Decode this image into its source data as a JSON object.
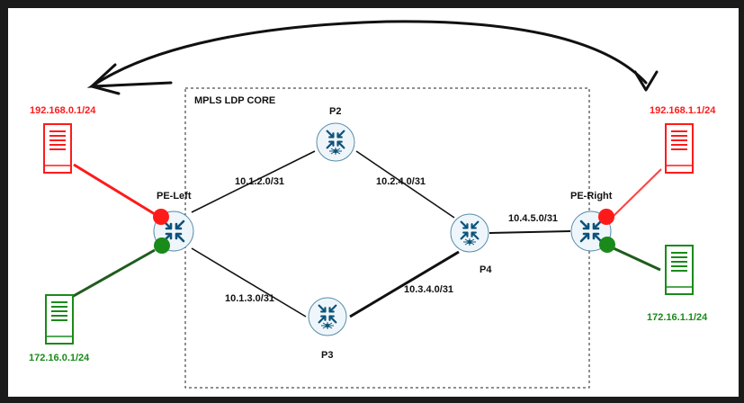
{
  "core": {
    "title": "MPLS LDP CORE"
  },
  "routers": {
    "pe_left": "PE-Left",
    "pe_right": "PE-Right",
    "p2": "P2",
    "p3": "P3",
    "p4": "P4"
  },
  "links": {
    "pel_p2": "10.1.2.0/31",
    "pel_p3": "10.1.3.0/31",
    "p2_p4": "10.2.4.0/31",
    "p3_p4": "10.3.4.0/31",
    "p4_per": "10.4.5.0/31"
  },
  "hosts": {
    "left_red": "192.168.0.1/24",
    "left_green": "172.16.0.1/24",
    "right_red": "192.168.1.1/24",
    "right_green": "172.16.1.1/24"
  },
  "colors": {
    "red": "#ff1a1a",
    "green": "#1a8a1a",
    "router_fill": "#eef6fb",
    "router_stroke": "#5b8ca8",
    "router_arrow": "#0e5279",
    "dark_green_link": "#1f5c1f"
  },
  "icons": {
    "router": "router-icon",
    "server": "server-icon",
    "vrf_red": "vrf-red-dot",
    "vrf_green": "vrf-green-dot"
  }
}
